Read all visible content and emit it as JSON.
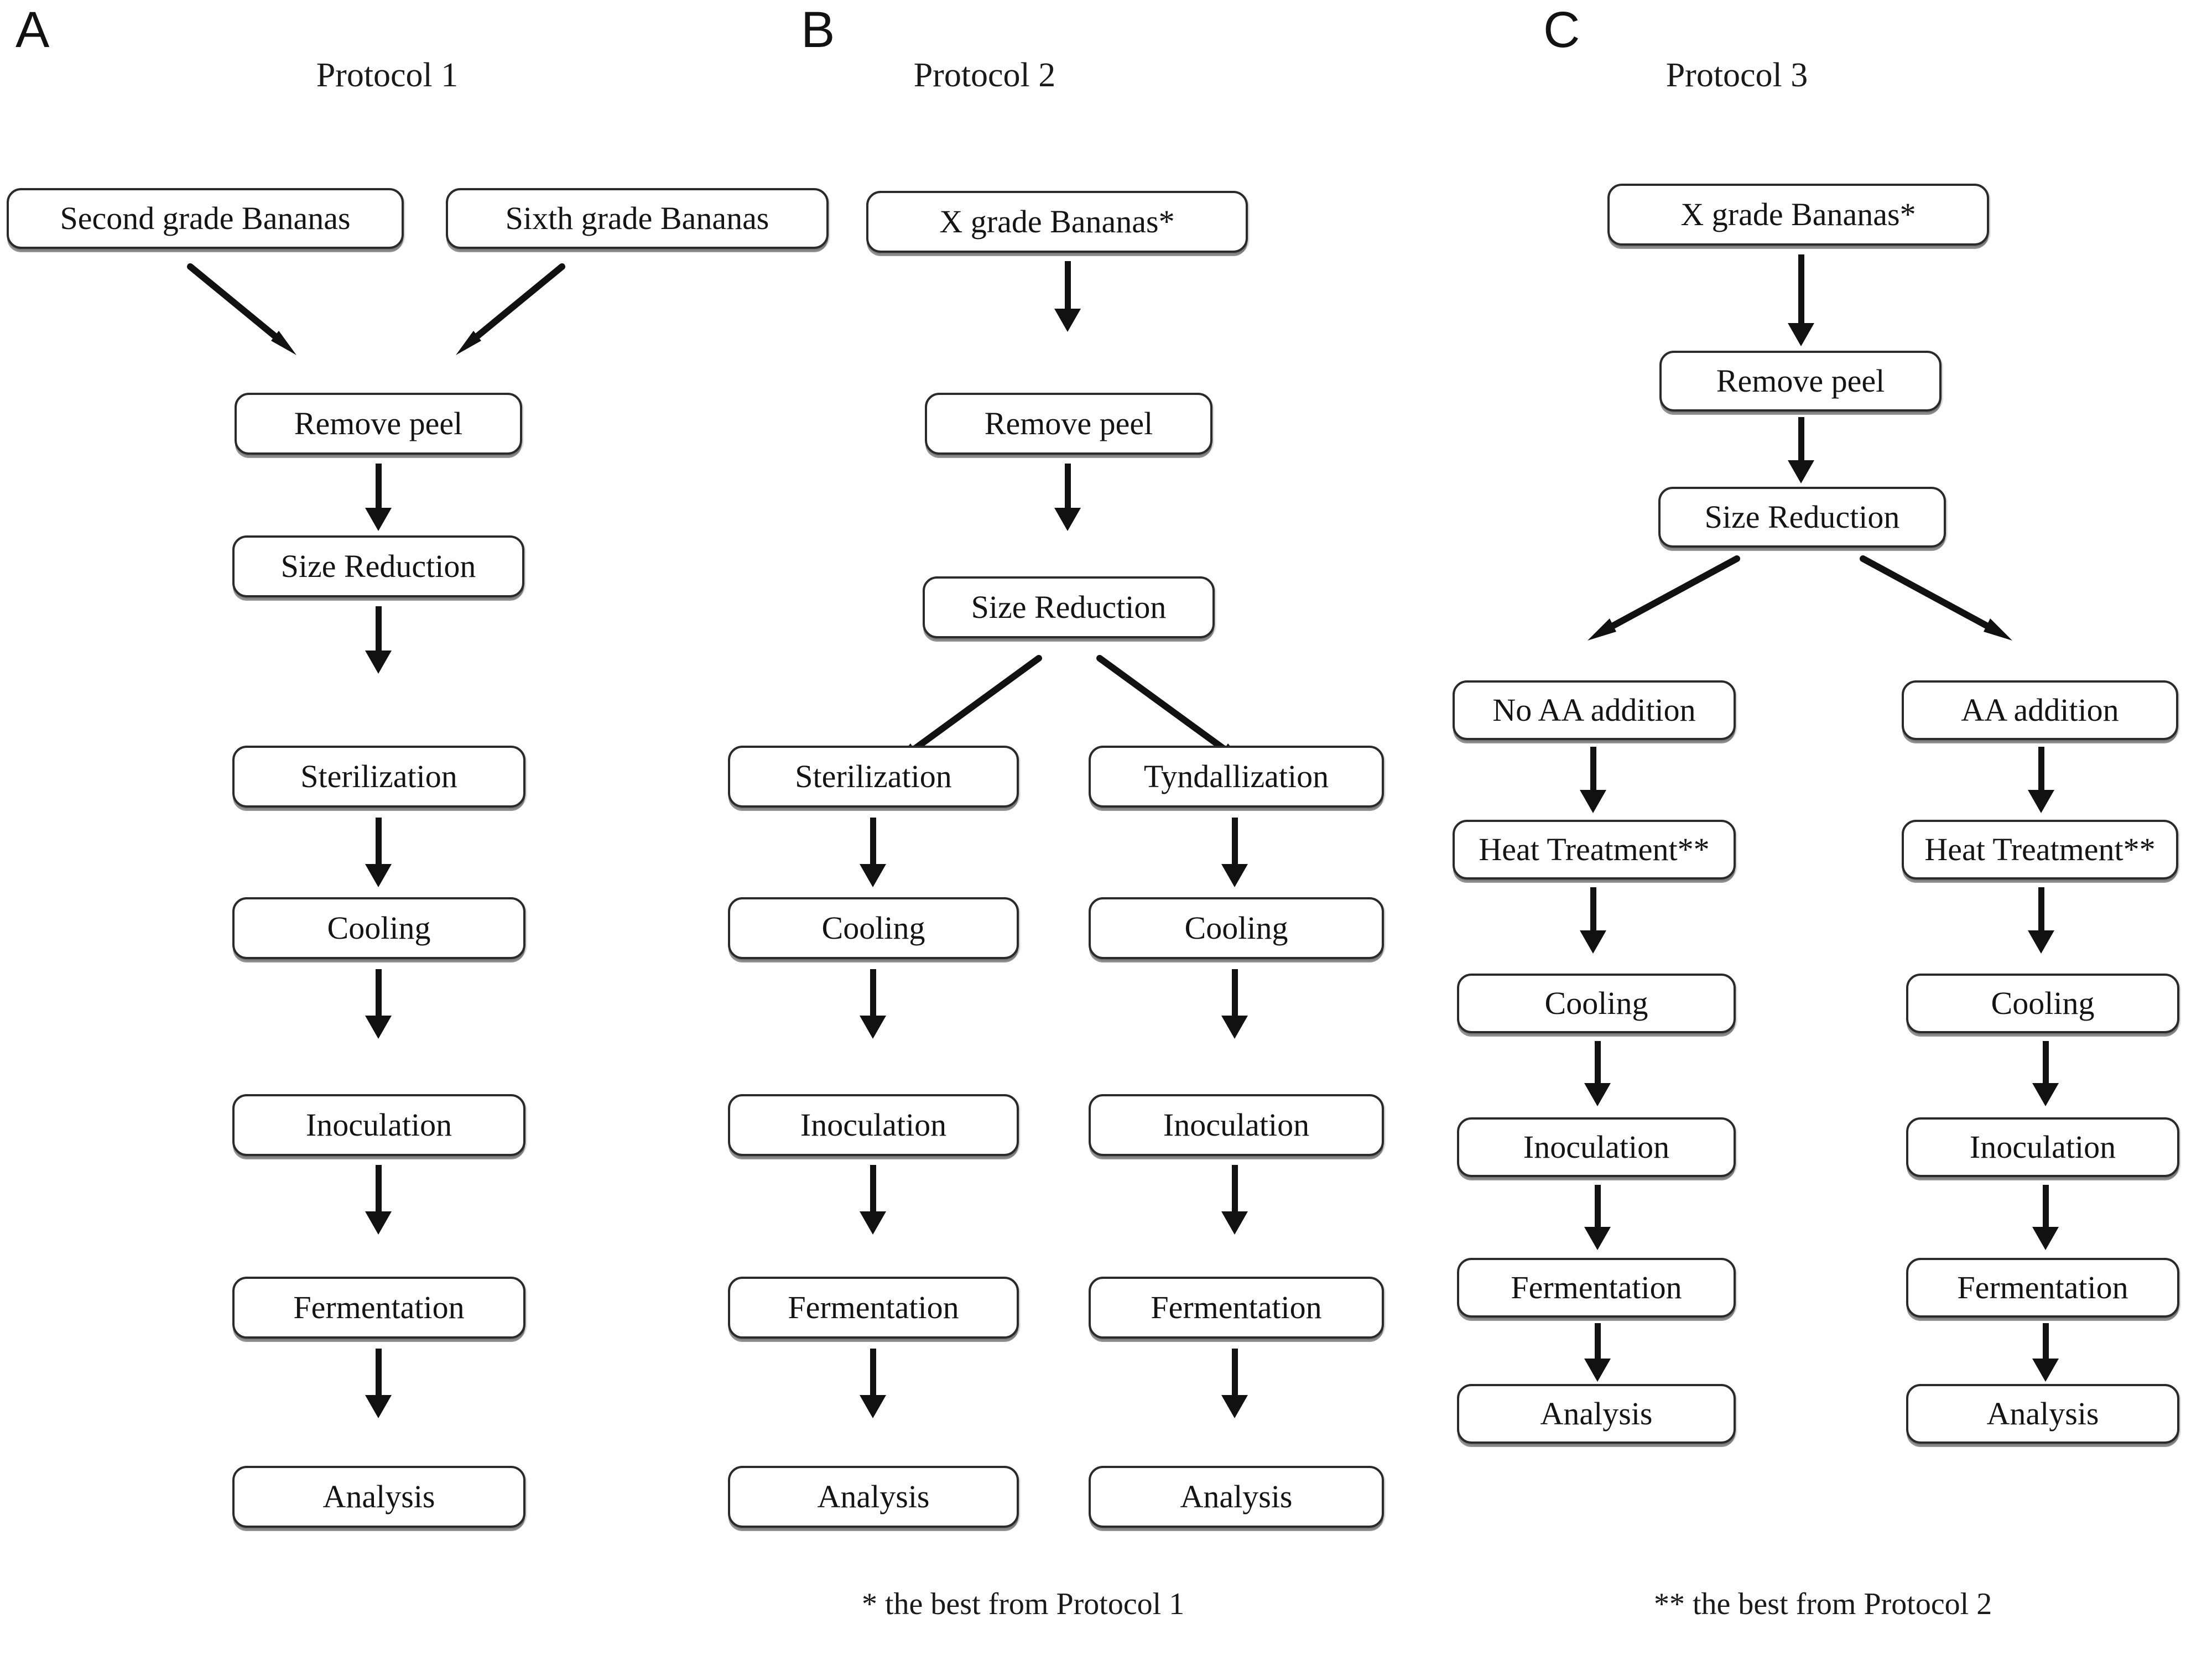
{
  "figure": {
    "type": "flowchart",
    "description": "Three banana-fermentation processing protocols shown as parallel flow diagrams"
  },
  "panels": [
    {
      "letter": "A",
      "title": "Protocol 1",
      "nodes": [
        {
          "id": "a-second-grade",
          "label": "Second grade Bananas"
        },
        {
          "id": "a-sixth-grade",
          "label": "Sixth grade Bananas"
        },
        {
          "id": "a-remove-peel",
          "label": "Remove peel"
        },
        {
          "id": "a-size-reduction",
          "label": "Size Reduction"
        },
        {
          "id": "a-sterilization",
          "label": "Sterilization"
        },
        {
          "id": "a-cooling",
          "label": "Cooling"
        },
        {
          "id": "a-inoculation",
          "label": "Inoculation"
        },
        {
          "id": "a-fermentation",
          "label": "Fermentation"
        },
        {
          "id": "a-analysis",
          "label": "Analysis"
        }
      ]
    },
    {
      "letter": "B",
      "title": "Protocol 2",
      "nodes": [
        {
          "id": "b-x-grade",
          "label": "X grade Bananas*"
        },
        {
          "id": "b-remove-peel",
          "label": "Remove peel"
        },
        {
          "id": "b-size-reduction",
          "label": "Size Reduction"
        },
        {
          "id": "b-sterilization",
          "label": "Sterilization"
        },
        {
          "id": "b-tyndallization",
          "label": "Tyndallization"
        },
        {
          "id": "b-cooling-left",
          "label": "Cooling"
        },
        {
          "id": "b-cooling-right",
          "label": "Cooling"
        },
        {
          "id": "b-inoculation-left",
          "label": "Inoculation"
        },
        {
          "id": "b-inoculation-right",
          "label": "Inoculation"
        },
        {
          "id": "b-fermentation-left",
          "label": "Fermentation"
        },
        {
          "id": "b-fermentation-right",
          "label": "Fermentation"
        },
        {
          "id": "b-analysis-left",
          "label": "Analysis"
        },
        {
          "id": "b-analysis-right",
          "label": "Analysis"
        }
      ]
    },
    {
      "letter": "C",
      "title": "Protocol 3",
      "nodes": [
        {
          "id": "c-x-grade",
          "label": "X grade Bananas*"
        },
        {
          "id": "c-remove-peel",
          "label": "Remove peel"
        },
        {
          "id": "c-size-reduction",
          "label": "Size Reduction"
        },
        {
          "id": "c-no-aa",
          "label": "No AA addition"
        },
        {
          "id": "c-aa",
          "label": "AA addition"
        },
        {
          "id": "c-heat-left",
          "label": "Heat Treatment**"
        },
        {
          "id": "c-heat-right",
          "label": "Heat Treatment**"
        },
        {
          "id": "c-cooling-left",
          "label": "Cooling"
        },
        {
          "id": "c-cooling-right",
          "label": "Cooling"
        },
        {
          "id": "c-inoculation-left",
          "label": "Inoculation"
        },
        {
          "id": "c-inoculation-right",
          "label": "Inoculation"
        },
        {
          "id": "c-fermentation-left",
          "label": "Fermentation"
        },
        {
          "id": "c-fermentation-right",
          "label": "Fermentation"
        },
        {
          "id": "c-analysis-left",
          "label": "Analysis"
        },
        {
          "id": "c-analysis-right",
          "label": "Analysis"
        }
      ]
    }
  ],
  "footnotes": [
    {
      "id": "footnote-single-star",
      "text": "* the best from Protocol 1"
    },
    {
      "id": "footnote-double-star",
      "text": "** the best from Protocol  2"
    }
  ],
  "colors": {
    "background": "#ffffff",
    "box_border": "#2a2a2a",
    "box_shadow": "#6b6b6b",
    "text": "#141414",
    "arrow": "#111111"
  }
}
